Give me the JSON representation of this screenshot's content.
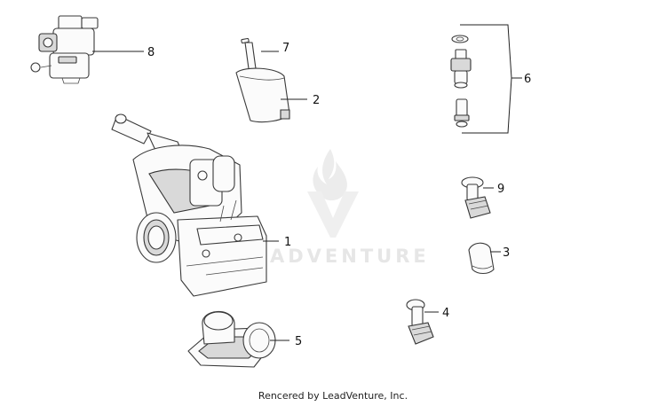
{
  "watermark": {
    "brand": "LEADVENTURE"
  },
  "callouts": [
    {
      "id": "1",
      "label": "1"
    },
    {
      "id": "2",
      "label": "2"
    },
    {
      "id": "3",
      "label": "3"
    },
    {
      "id": "4",
      "label": "4"
    },
    {
      "id": "5",
      "label": "5"
    },
    {
      "id": "6",
      "label": "6"
    },
    {
      "id": "7",
      "label": "7"
    },
    {
      "id": "8",
      "label": "8"
    },
    {
      "id": "9",
      "label": "9"
    }
  ],
  "footer": {
    "credit": "Rencered by LeadVenture, Inc."
  }
}
